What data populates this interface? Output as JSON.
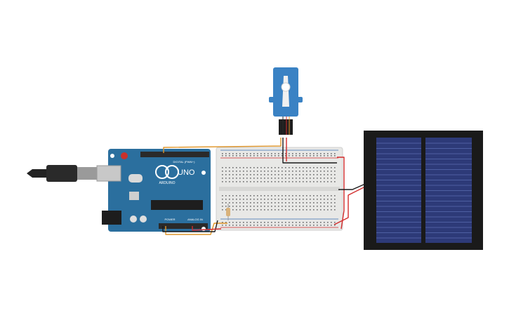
{
  "arduino": {
    "brand": "ARDUINO",
    "model": "UNO",
    "digital_header_label": "DIGITAL (PWM~)",
    "power_header_label": "POWER",
    "analog_header_label": "ANALOG IN"
  },
  "components": {
    "usb_cable": "usb-cable",
    "servo": "micro-servo",
    "breadboard": "breadboard",
    "solar_panel": "solar-panel",
    "resistor": "resistor"
  },
  "colors": {
    "arduino_board": "#2b6f9e",
    "servo_body": "#3a82c4",
    "solar_cell": "#2d3a78",
    "wire_orange": "#e0962a",
    "wire_red": "#d22b2b",
    "wire_black": "#1a1a1a",
    "breadboard": "#e8e8e6"
  }
}
